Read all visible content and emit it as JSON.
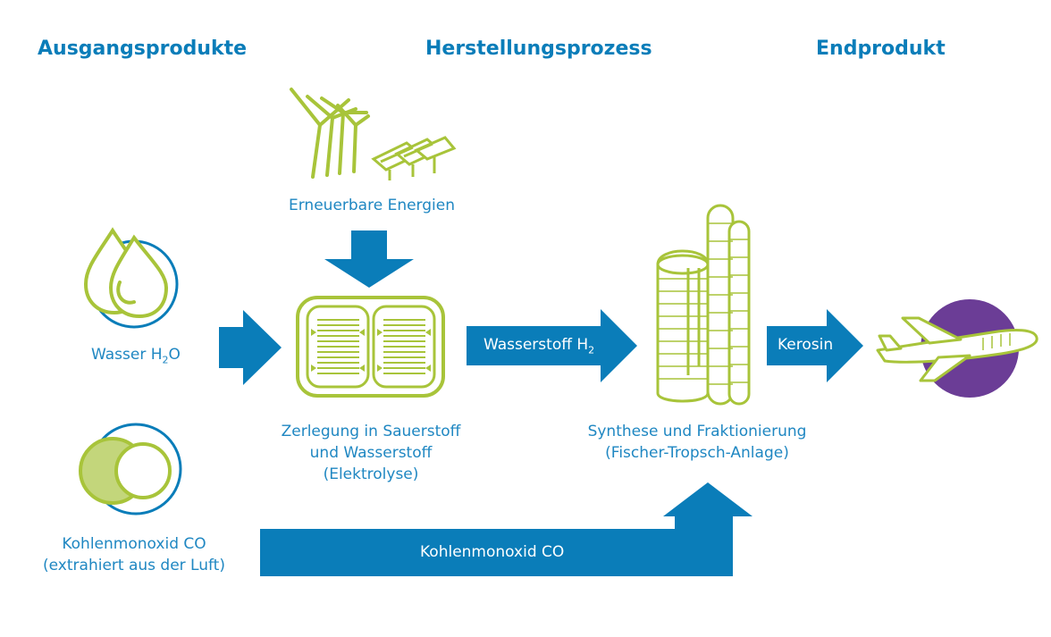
{
  "headings": {
    "inputs": "Ausgangsprodukte",
    "process": "Herstellungsprozess",
    "output": "Endprodukt"
  },
  "energy": {
    "label": "Erneuerbare Energien"
  },
  "water": {
    "label": "Wasser H",
    "sub": "2",
    "suffix": "O"
  },
  "co_source": {
    "line1": "Kohlenmonoxid CO",
    "line2": "(extrahiert aus der Luft)"
  },
  "electrolysis": {
    "line1": "Zerlegung in Sauerstoff",
    "line2": "und Wasserstoff",
    "line3": "(Elektrolyse)"
  },
  "hydrogen_arrow": {
    "label": "Wasserstoff H",
    "sub": "2"
  },
  "synthesis": {
    "line1": "Synthese und Fraktionierung",
    "line2": "(Fischer-Tropsch-Anlage)"
  },
  "kerosene_arrow": {
    "label": "Kerosin"
  },
  "co_arrow": {
    "label": "Kohlenmonoxid CO"
  },
  "colors": {
    "blue": "#0a7db9",
    "lime": "#a8c43a",
    "purple": "#6b3d96"
  },
  "icons": [
    "wind-turbine-icon",
    "solar-panel-icon",
    "water-drop-icon",
    "co-molecule-icon",
    "electrolyzer-icon",
    "refinery-icon",
    "airplane-icon"
  ]
}
